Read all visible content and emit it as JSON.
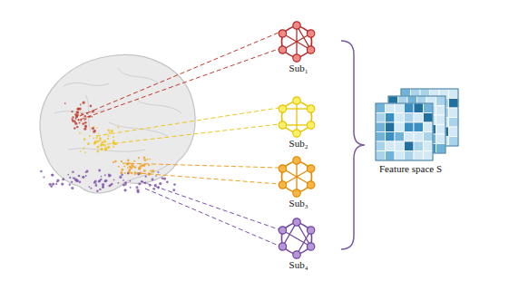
{
  "diagram": {
    "nodes": [
      {
        "text": [
          "Sub₁"
        ]
      },
      {
        "text": [
          "Sub₂"
        ]
      },
      {
        "text": [
          "Sub₃"
        ]
      },
      {
        "text": [
          "Sub₄"
        ]
      },
      {
        "text": [
          "Feature space S"
        ]
      }
    ]
  }
}
